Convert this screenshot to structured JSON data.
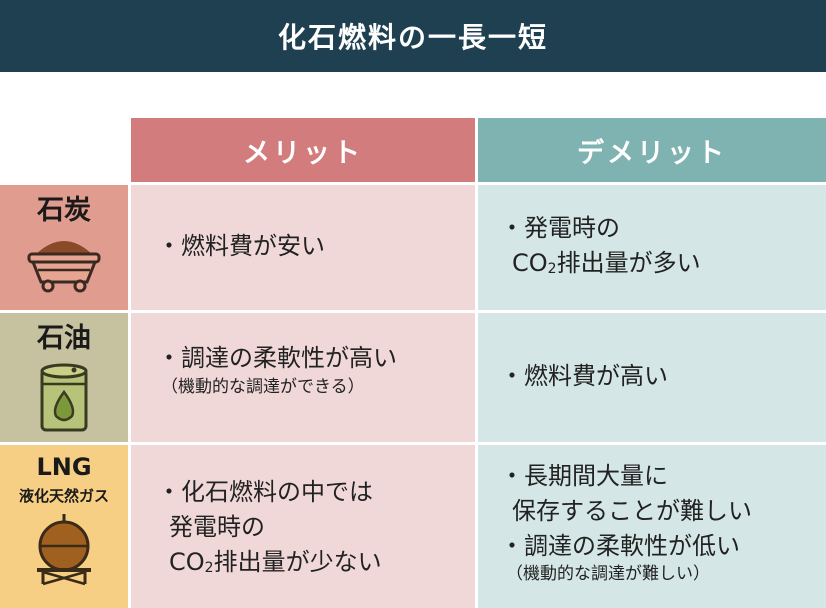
{
  "title": "化石燃料の一長一短",
  "headers": {
    "merit": "メリット",
    "demerit": "デメリット"
  },
  "rows": [
    {
      "label": "石炭",
      "icon": "coal-cart-icon",
      "merit": {
        "line1": "・燃料費が安い"
      },
      "demerit": {
        "line1": "・発電時の",
        "line2_a": "CO",
        "line2_sub": "2",
        "line2_b": "排出量が多い"
      }
    },
    {
      "label": "石油",
      "icon": "oil-drum-icon",
      "merit": {
        "line1": "・調達の柔軟性が高い",
        "note": "（機動的な調達ができる）"
      },
      "demerit": {
        "line1": "・燃料費が高い"
      }
    },
    {
      "label": "LNG",
      "sublabel": "液化天然ガス",
      "icon": "gas-tank-icon",
      "merit": {
        "line1": "・化石燃料の中では",
        "line2": "発電時の",
        "line3_a": "CO",
        "line3_sub": "2",
        "line3_b": "排出量が少ない"
      },
      "demerit": {
        "line1": "・長期間大量に",
        "line2": "保存することが難しい",
        "line3": "・調達の柔軟性が低い",
        "note": "（機動的な調達が難しい）"
      }
    }
  ],
  "colors": {
    "title_bg": "#1f4050",
    "merit_header": "#d37c7d",
    "demerit_header": "#7eb3b2",
    "merit_cell": "#f1d8d8",
    "demerit_cell": "#d4e7e6",
    "coal_side": "#e09c8e",
    "oil_side": "#c6c29f",
    "lng_side": "#f6cf84"
  }
}
